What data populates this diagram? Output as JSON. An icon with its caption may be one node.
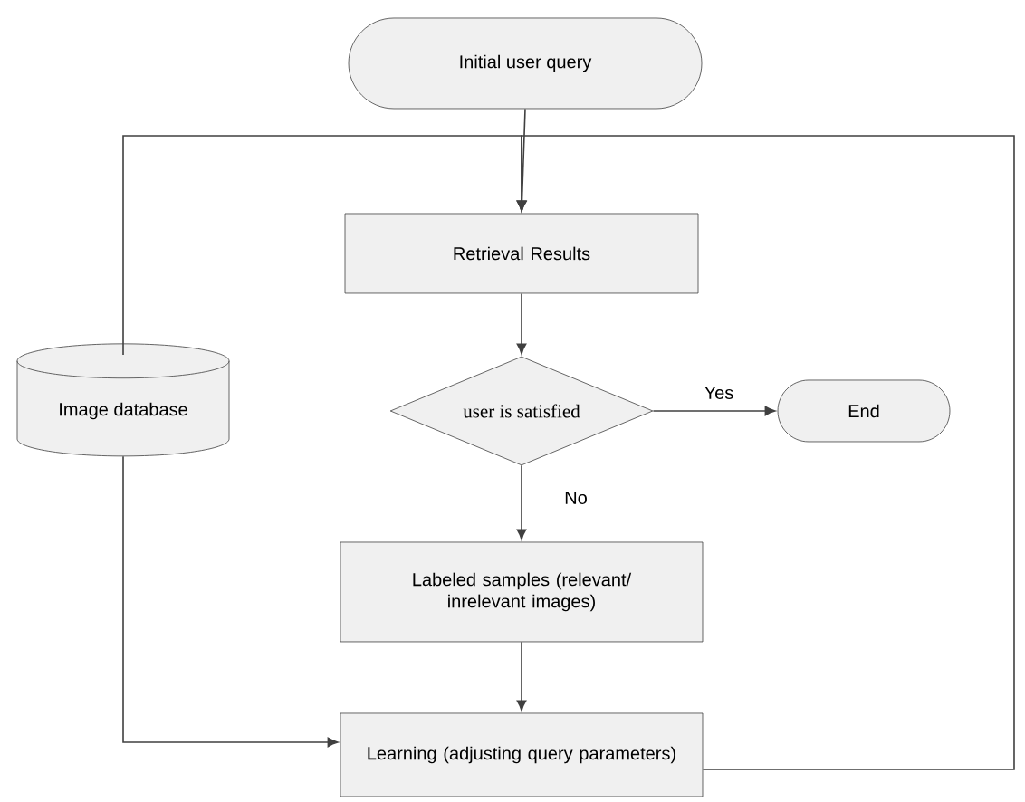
{
  "diagram": {
    "nodes": [
      {
        "text": [
          "Initial user query"
        ]
      },
      {
        "text": [
          "Retrieval Results"
        ]
      },
      {
        "text": [
          "Image database"
        ]
      },
      {
        "text": [
          "user is satisfied"
        ]
      },
      {
        "text": [
          "End"
        ]
      },
      {
        "text": [
          "Labeled samples (relevant/ inrelevant images)"
        ]
      },
      {
        "text": [
          "Learning (adjusting query parameters)"
        ]
      }
    ],
    "edges": [
      {
        "from": 0,
        "to": 1,
        "arrow": "to"
      },
      {
        "from": 2,
        "to": 1,
        "arrow": "to"
      },
      {
        "from": 6,
        "to": 1,
        "arrow": "to"
      },
      {
        "from": 1,
        "to": 3,
        "arrow": "to"
      },
      {
        "from": 3,
        "to": 4,
        "label": "Yes",
        "arrow": "to"
      },
      {
        "from": 3,
        "to": 5,
        "label": "No",
        "arrow": "to"
      },
      {
        "from": 5,
        "to": 6,
        "arrow": "to"
      },
      {
        "from": 2,
        "to": 6,
        "arrow": "to"
      }
    ]
  }
}
